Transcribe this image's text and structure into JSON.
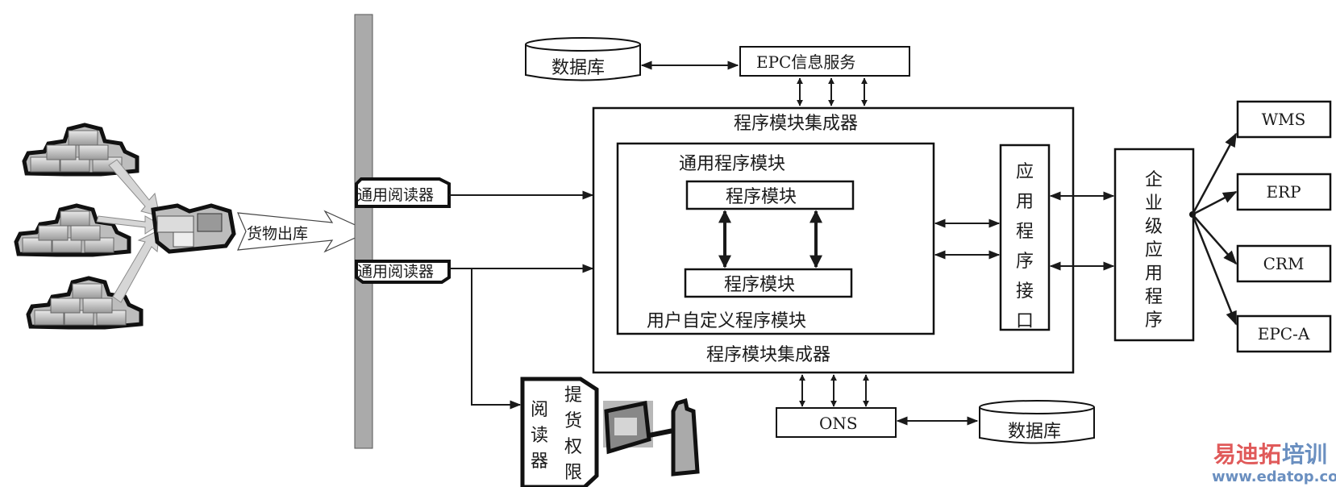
{
  "diagram": {
    "warehouse": {
      "goods_out_label": "货物出库",
      "pallet_stack_count": 3
    },
    "readers": {
      "reader_top": "通用阅读器",
      "reader_bottom": "通用阅读器",
      "pickup_reader_left": "阅读器",
      "pickup_reader_right": "提货权限"
    },
    "epc_info_service": "EPC信息服务",
    "database_top": "数据库",
    "database_bottom": "数据库",
    "ons": "ONS",
    "integrator": {
      "title_top": "程序模块集成器",
      "title_bottom": "程序模块集成器",
      "general_module_group": "通用程序模块",
      "module_top": "程序模块",
      "module_bottom": "程序模块",
      "custom_module_group": "用户自定义程序模块"
    },
    "api": "应用程序接口",
    "enterprise_app": "企业级应用程序",
    "systems": [
      "WMS",
      "ERP",
      "CRM",
      "EPC-A"
    ]
  },
  "watermark": {
    "brand_part1": "易迪拓",
    "brand_part2": "培训",
    "url": "www.edatop.com",
    "color_red": "#e05a5a",
    "color_blue": "#6a8fc0"
  }
}
